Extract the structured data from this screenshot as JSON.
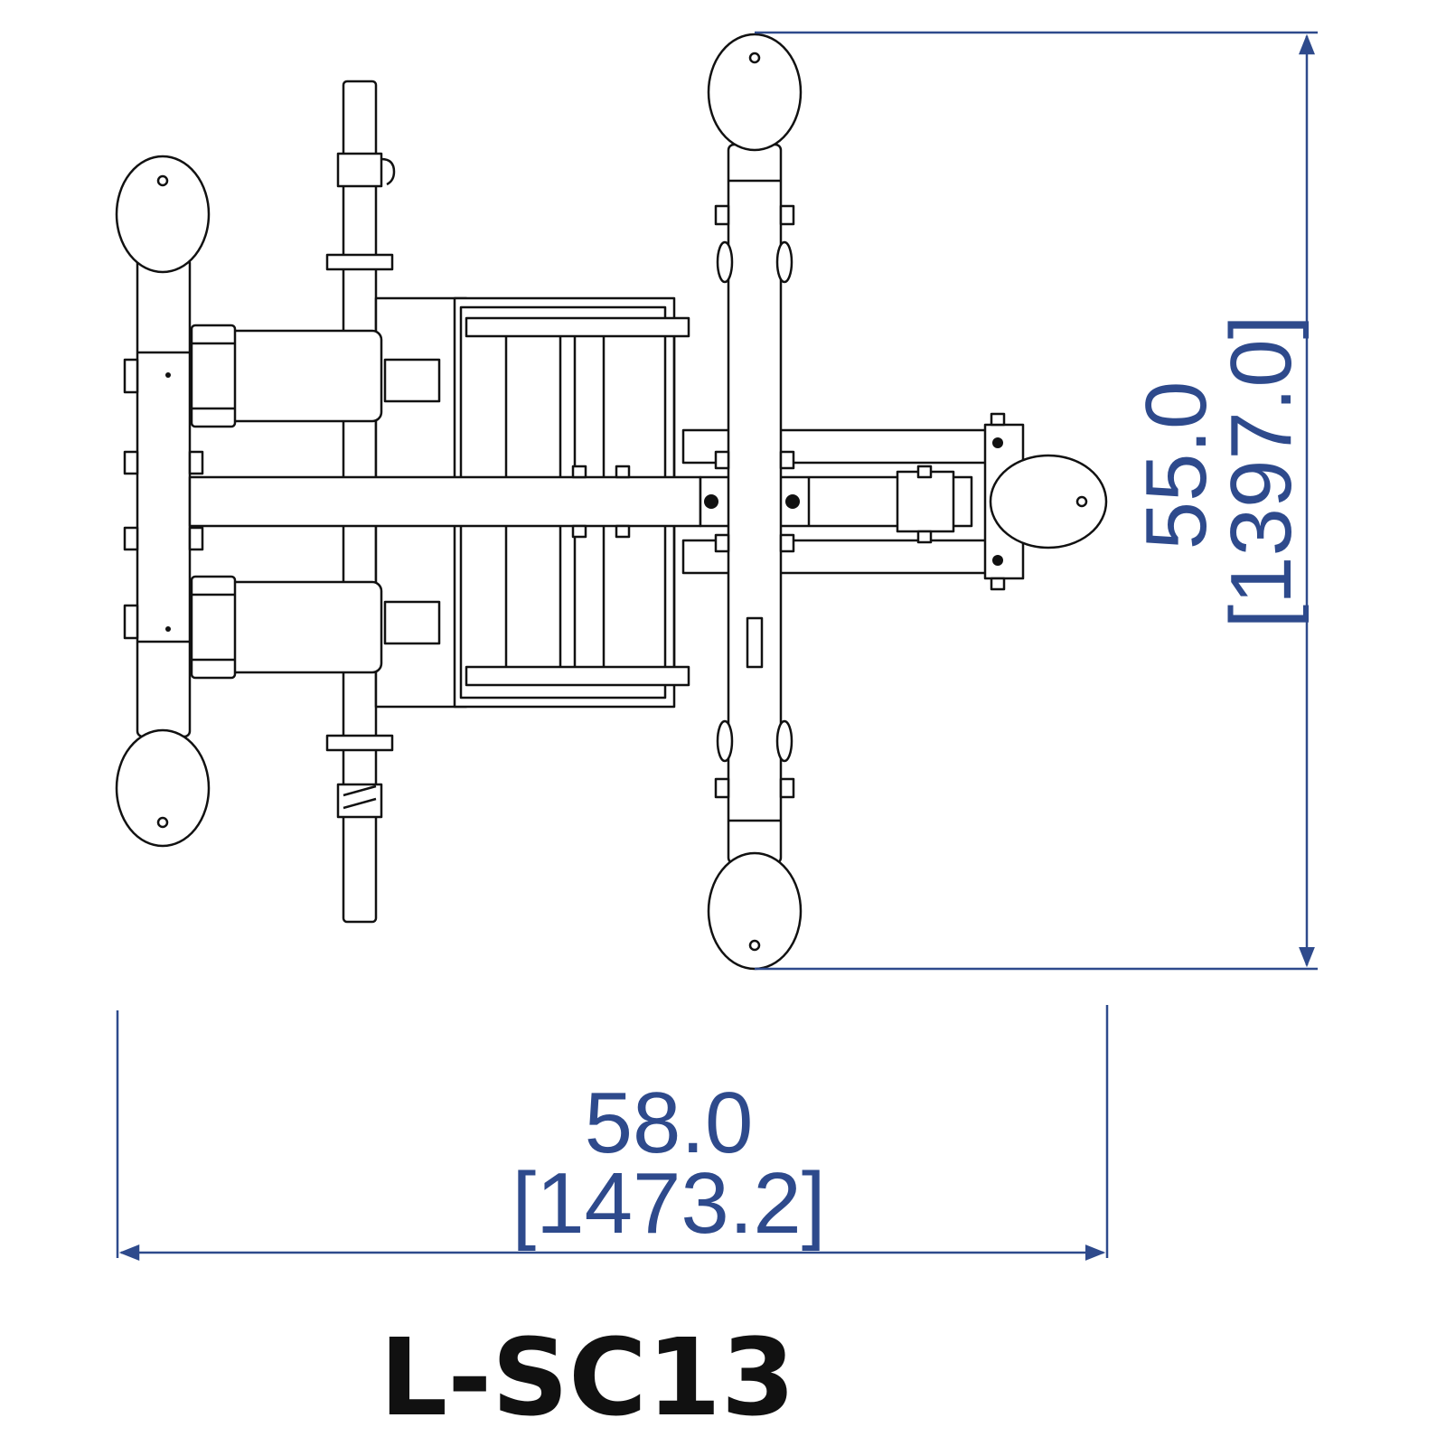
{
  "model": "L-SC13",
  "colors": {
    "line": "#111111",
    "fill": "#ffffff",
    "dimension": "#2e4a8c"
  },
  "dimensions": {
    "width": {
      "inches": "58.0",
      "mm": "[1473.2]"
    },
    "depth": {
      "inches": "55.0",
      "mm": "[1397.0]"
    }
  }
}
